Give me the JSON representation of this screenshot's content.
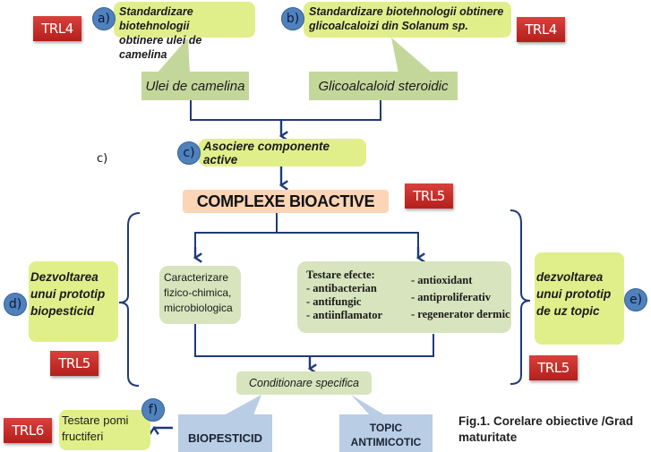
{
  "objectives": {
    "a": {
      "badge": "a)",
      "line1": "Standardizare biotehnologii",
      "line2": "obtinere ulei de camelina",
      "trl": "TRL4"
    },
    "b": {
      "badge": "b)",
      "line1": "Standardizare biotehnologii  obtinere",
      "line2": "glicoalcaloizi din Solanum sp.",
      "trl": "TRL4"
    },
    "c": {
      "badge": "c)",
      "label": "Asociere componente active",
      "side_label": "c)"
    },
    "d": {
      "badge": "d)",
      "line1": "Dezvoltarea",
      "line2": "unui prototip",
      "line3": "biopesticid",
      "trl": "TRL5"
    },
    "e": {
      "badge": "e)",
      "line1": "dezvoltarea",
      "line2": "unui prototip",
      "line3": "de uz topic",
      "trl": "TRL5"
    },
    "f": {
      "badge": "f)",
      "line1": "Testare pomi",
      "line2": "fructiferi",
      "trl": "TRL6"
    }
  },
  "products": {
    "ulei": "Ulei de camelina",
    "glico": "Glicoalcaloid steroidic"
  },
  "complexe": {
    "label": "COMPLEXE BIOACTIVE",
    "trl": "TRL5"
  },
  "caracterizare": {
    "line1": "Caracterizare",
    "line2": "fizico-chimica,",
    "line3": "microbiologica"
  },
  "testare": {
    "title": "Testare efecte:",
    "left": [
      "- antibacterian",
      "- antifungic",
      "- antiinflamator"
    ],
    "right": [
      "- antioxidant",
      "- antiproliferativ",
      "- regenerator dermic"
    ]
  },
  "conditionare": "Conditionare specifica",
  "outputs": {
    "biopesticid": "BIOPESTICID",
    "topic_line1": "TOPIC",
    "topic_line2": "ANTIMICOTIC"
  },
  "caption": {
    "line1": "Fig.1. Corelare obiective /Grad",
    "line2": "maturitate"
  },
  "colors": {
    "connector": "#1f3a7a",
    "trl": "#c0302b",
    "badge": "#4f81bd",
    "objective_fill": "#e1ef8a",
    "product_fill": "#c4d79b",
    "process_fill": "#d7e4bd",
    "complexe_fill": "#fbd5b5",
    "output_fill": "#b9cde5"
  }
}
